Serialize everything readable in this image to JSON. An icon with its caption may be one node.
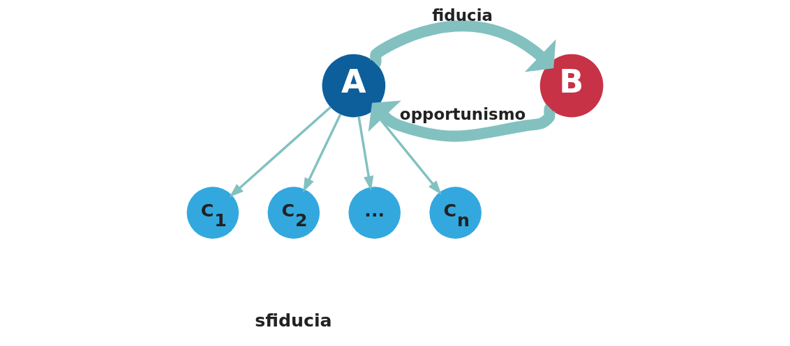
{
  "diagram": {
    "nodes": [
      {
        "text": [
          "A"
        ]
      },
      {
        "text": [
          "B"
        ]
      },
      {
        "text": [
          "C$_{1}$"
        ]
      },
      {
        "text": [
          "C$_{2}$"
        ]
      },
      {
        "text": [
          "..."
        ]
      },
      {
        "text": [
          "C$_{n}$"
        ]
      }
    ],
    "edges": [
      {
        "from": 0,
        "to": 1,
        "arrow": "to",
        "label": "fiducia",
        "style": "thick"
      },
      {
        "from": 1,
        "to": 0,
        "arrow": "to",
        "label": "opportunismo",
        "style": "thick"
      },
      {
        "from": 0,
        "to": 2,
        "arrow": "to"
      },
      {
        "from": 0,
        "to": 3,
        "arrow": "to"
      },
      {
        "from": 0,
        "to": 4,
        "arrow": "to"
      },
      {
        "from": 0,
        "to": 5,
        "arrow": "to"
      }
    ],
    "labels": [
      "sfiducia"
    ]
  }
}
